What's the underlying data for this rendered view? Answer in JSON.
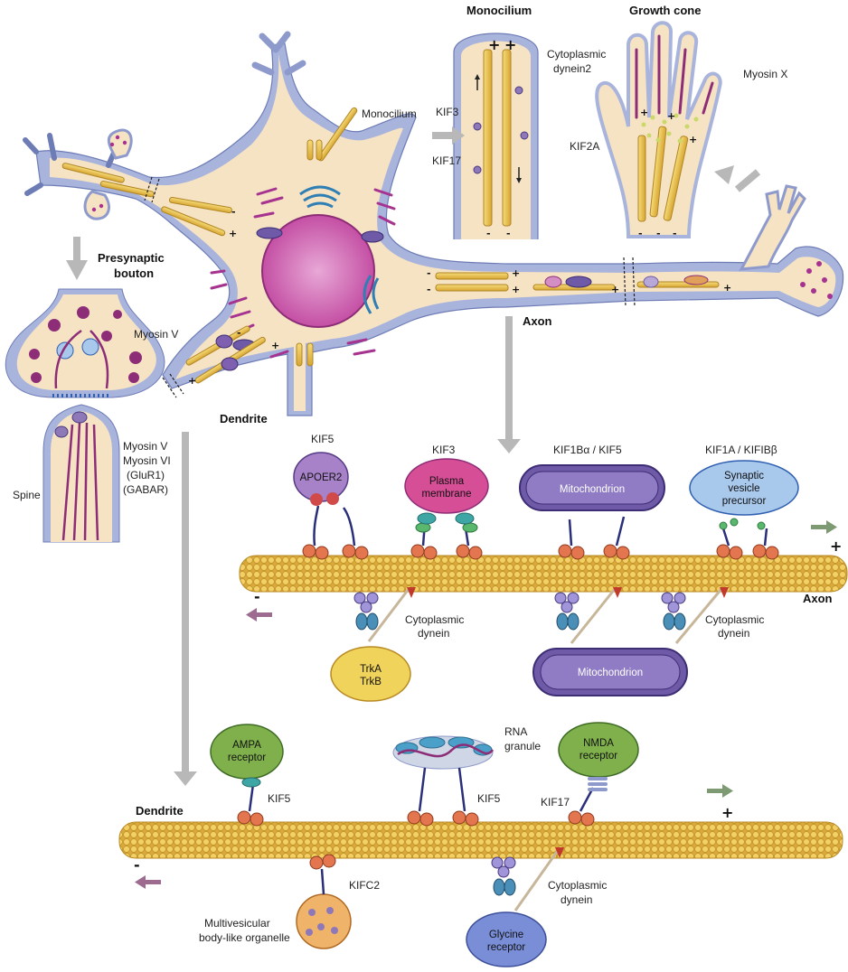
{
  "labels": {
    "monocilium_title": "Monocilium",
    "growth_cone_title": "Growth cone",
    "cytoplasmic_dynein2_line1": "Cytoplasmic",
    "cytoplasmic_dynein2_line2": "dynein2",
    "myosin_x": "Myosin X",
    "monocilium_side": "Monocilium",
    "kif3_top": "KIF3",
    "kif17_top": "KIF17",
    "kif2a": "KIF2A",
    "presynaptic_line1": "Presynaptic",
    "presynaptic_line2": "bouton",
    "myosin_v_top": "Myosin V",
    "spine_myosins": [
      "Myosin V",
      "Myosin VI",
      "(GluR1)",
      "(GABAR)"
    ],
    "spine": "Spine",
    "dendrite_neuron": "Dendrite",
    "axon_neuron": "Axon",
    "axon_panel": "Axon",
    "dendrite_panel": "Dendrite",
    "plus": "+",
    "minus": "-"
  },
  "axon_panel": {
    "motor_labels": [
      "KIF5",
      "KIF3",
      "KIF1Bα / KIF5",
      "KIF1A / KIFIBβ"
    ],
    "cargo_apoer2": "APOER2",
    "cargo_plasma": [
      "Plasma",
      "membrane"
    ],
    "cargo_mito_top": "Mitochondrion",
    "cargo_svp": [
      "Synaptic",
      "vesicle",
      "precursor"
    ],
    "dynein_label_1": [
      "Cytoplasmic",
      "dynein"
    ],
    "dynein_label_2": [
      "Cytoplasmic",
      "dynein"
    ],
    "cargo_trk": [
      "TrkA",
      "TrkB"
    ],
    "cargo_mito_bottom": "Mitochondrion"
  },
  "dendrite_panel": {
    "cargo_ampa": [
      "AMPA",
      "receptor"
    ],
    "kif5_a": "KIF5",
    "rna_granule": [
      "RNA",
      "granule"
    ],
    "kif5_b": "KIF5",
    "cargo_nmda": [
      "NMDA",
      "receptor"
    ],
    "kif17": "KIF17",
    "kifc2": "KIFC2",
    "mvb": [
      "Multivesicular",
      "body-like organelle"
    ],
    "dynein": [
      "Cytoplasmic",
      "dynein"
    ],
    "glycine": [
      "Glycine",
      "receptor"
    ]
  },
  "colors": {
    "cytoplasm": "#f6e3c4",
    "membrane": "#a9b4dc",
    "microtubule": "#e9c14a",
    "organelle": "#a5338f",
    "nucleus": "#c655a8",
    "arrow_gray": "#b8b8b8",
    "plus_arrow": "#7d9a72",
    "minus_arrow": "#9c6b8f"
  }
}
